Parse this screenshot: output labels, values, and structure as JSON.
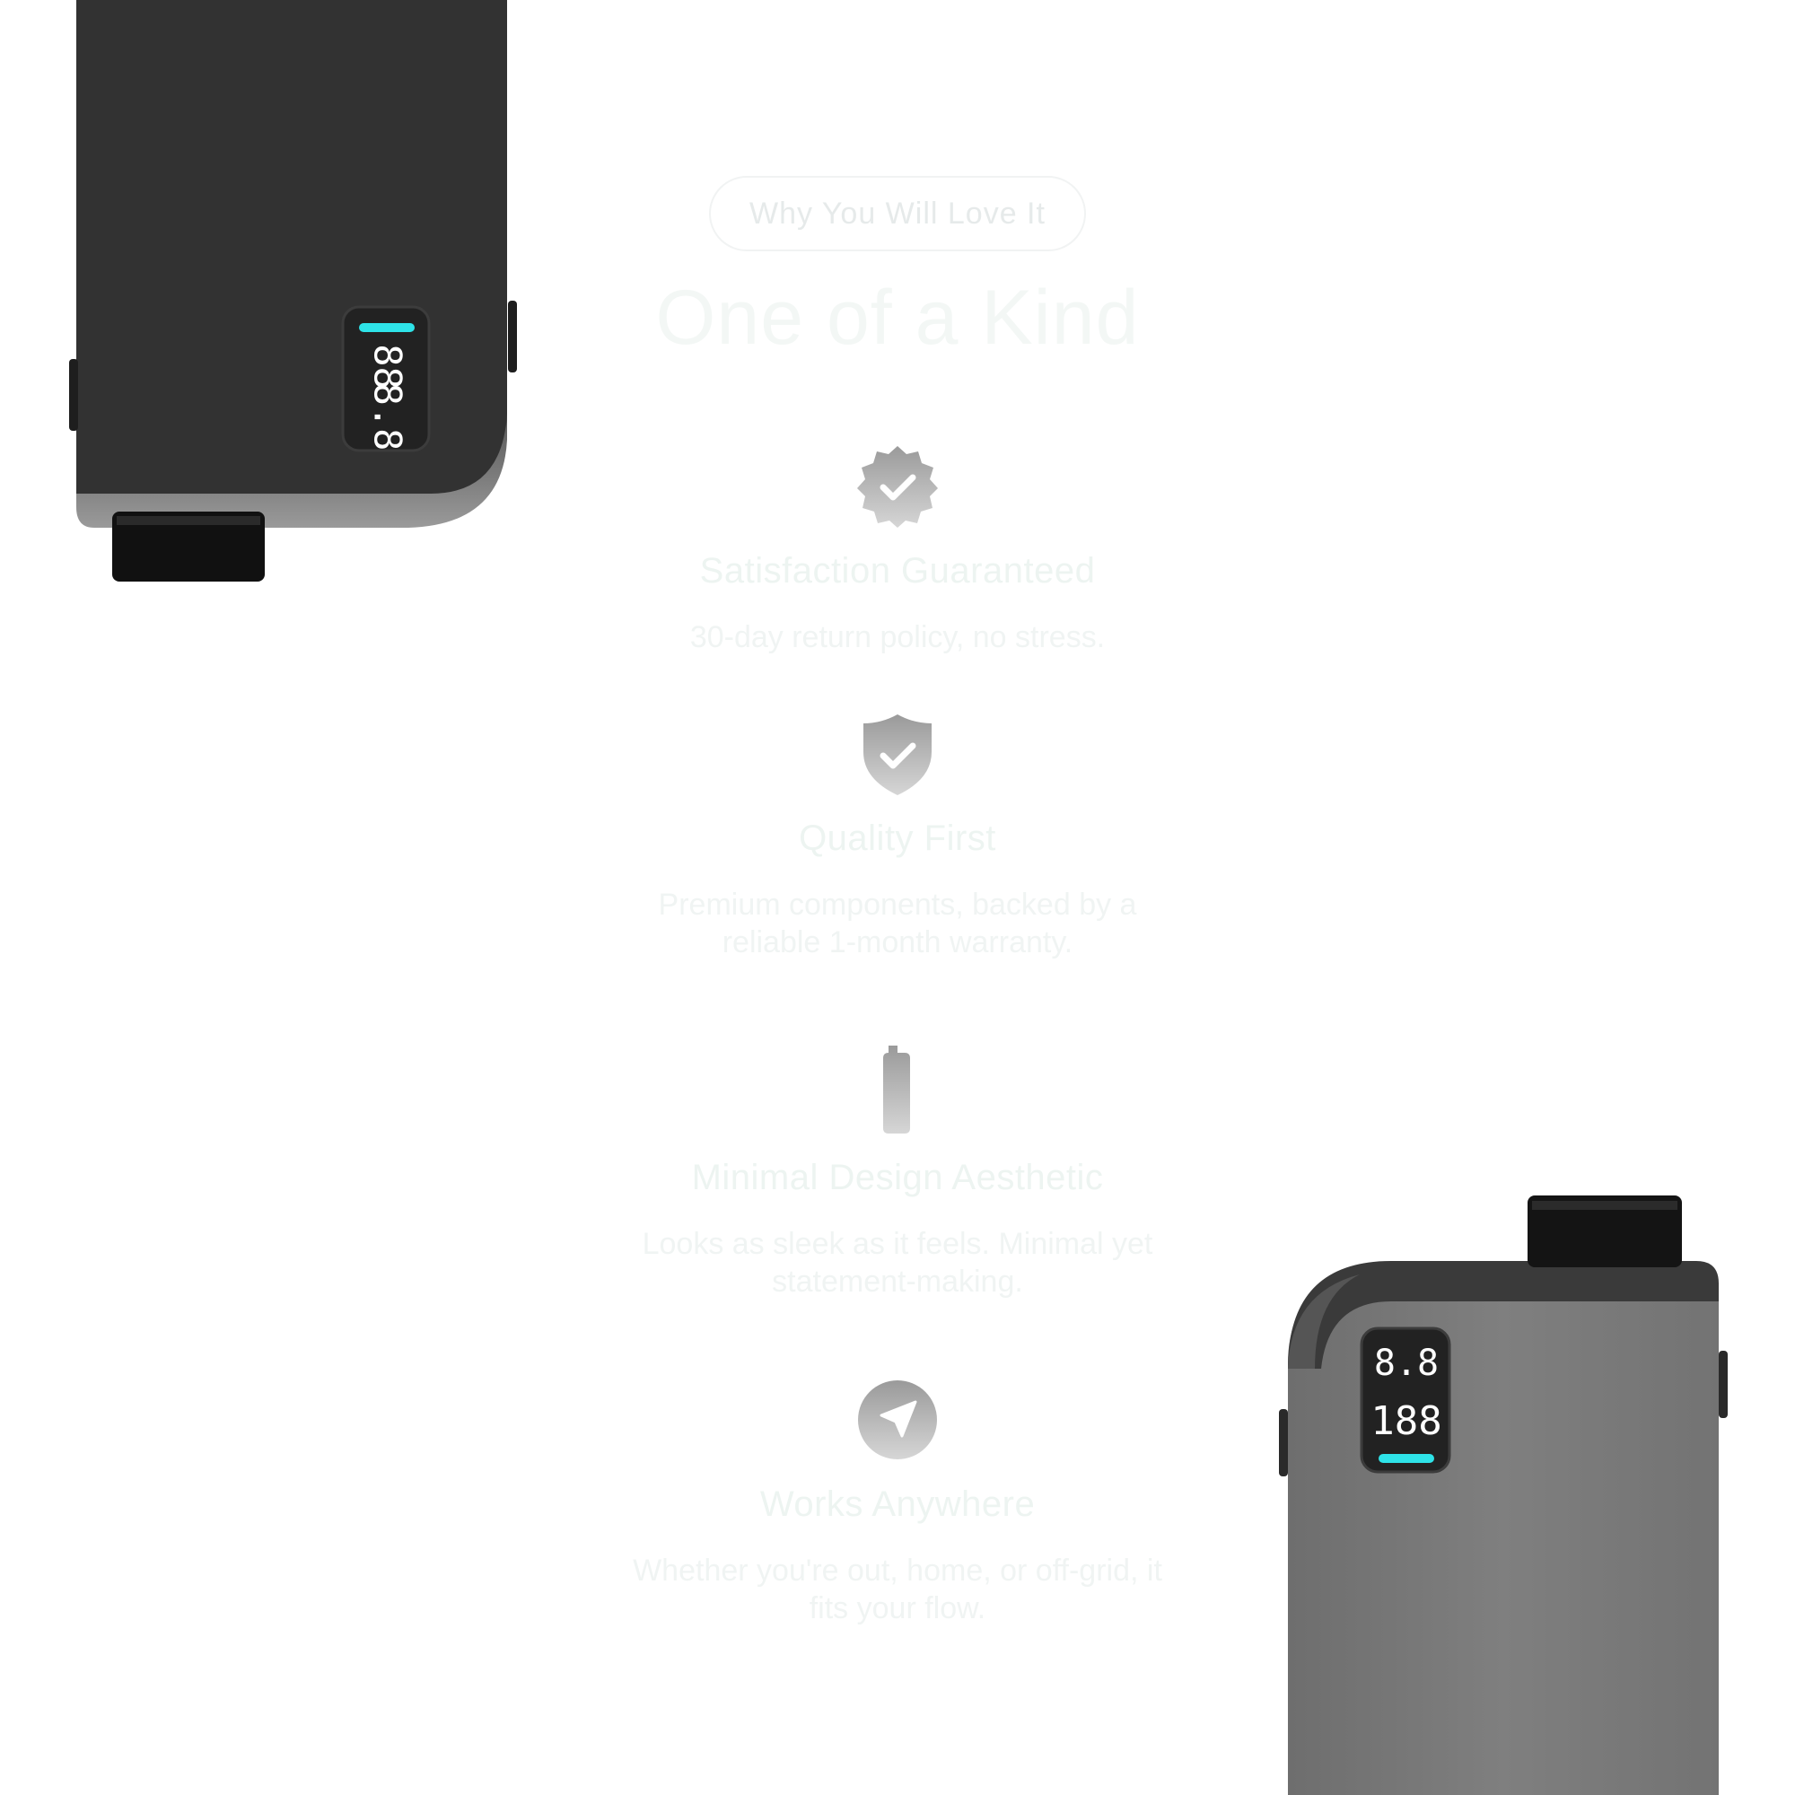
{
  "badge": {
    "label": "Why You Will Love It"
  },
  "heading": "One of a Kind",
  "features": [
    {
      "icon": "badge-check-icon",
      "title": "Satisfaction Guaranteed",
      "desc": "30-day return policy, no stress."
    },
    {
      "icon": "shield-check-icon",
      "title": "Quality First",
      "desc": "Premium components, backed by a reliable 1-month warranty."
    },
    {
      "icon": "battery-icon",
      "title": "Minimal Design Aesthetic",
      "desc": "Looks as sleek as it feels. Minimal yet statement-making."
    },
    {
      "icon": "navigation-icon",
      "title": "Works Anywhere",
      "desc": "Whether you're out, home, or off-grid, it fits your flow."
    }
  ],
  "devices": {
    "top": {
      "display_top": "88",
      "display_bottom": "8.8",
      "color": "#333333"
    },
    "bottom": {
      "display_top": "8.8",
      "display_bottom": "188",
      "color": "#7c7c7c"
    }
  },
  "colors": {
    "accent": "#2ee3e8",
    "icon_gray": "#bdbdbd",
    "text_faint": "#eef3f1"
  }
}
